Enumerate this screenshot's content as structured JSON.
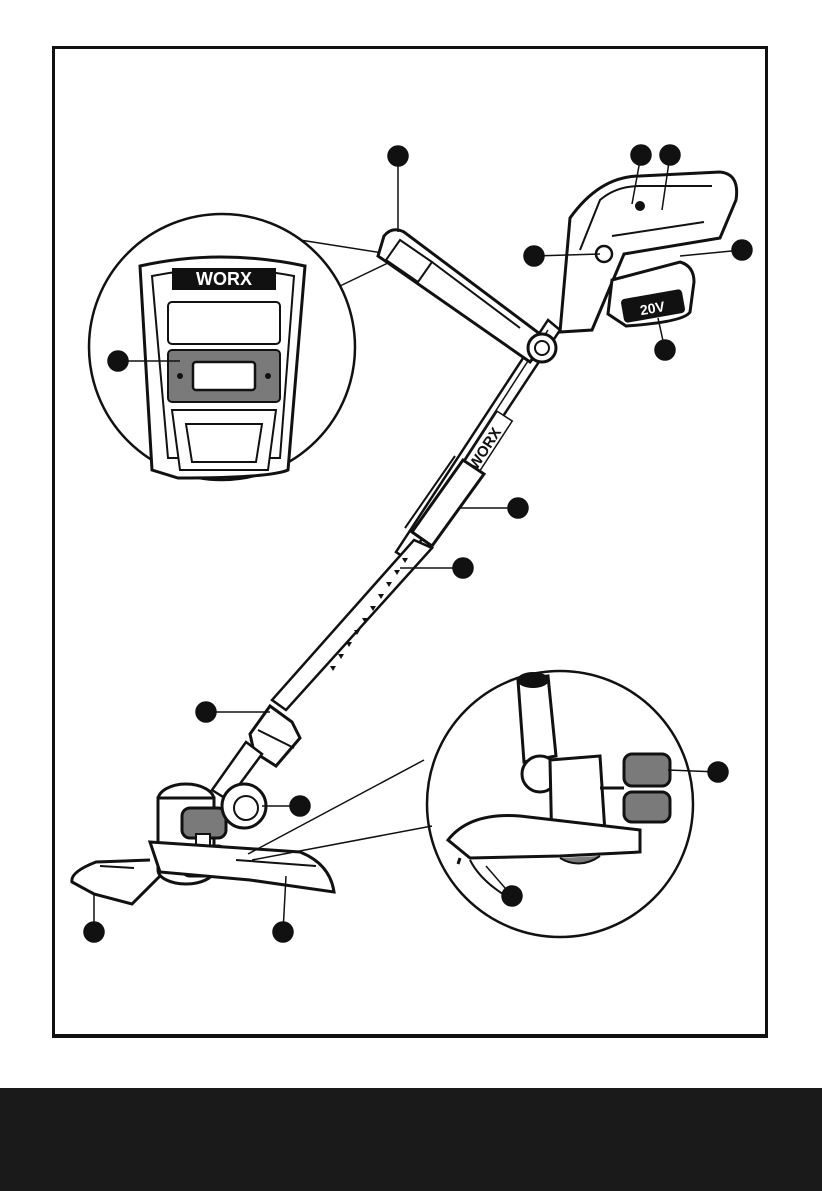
{
  "brand": {
    "logo_text": "WORX",
    "battery_label": "20V"
  },
  "colors": {
    "ink": "#111111",
    "grey_fill": "#7a7a7a",
    "light_fill": "#d9d9d9",
    "footer_band": "#1a1a1a"
  },
  "callouts": {
    "count": 16
  }
}
